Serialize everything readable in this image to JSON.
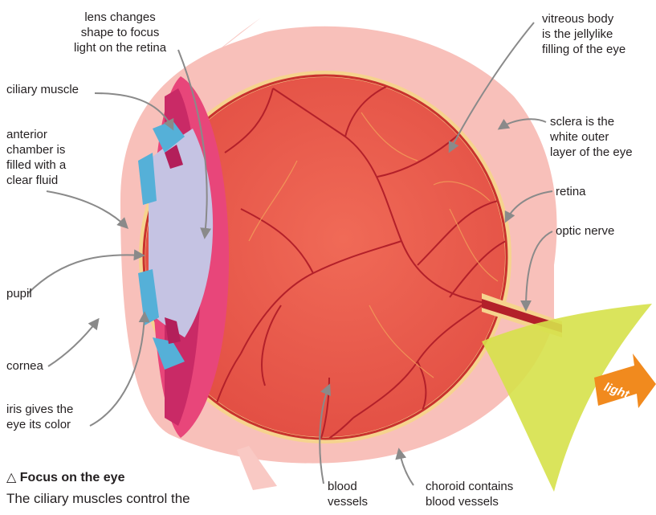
{
  "labels": {
    "lens": [
      "lens changes",
      "shape to focus",
      "light on the retina"
    ],
    "ciliary": [
      "ciliary muscle"
    ],
    "anterior": [
      "anterior",
      "chamber is",
      "filled with a",
      "clear fluid"
    ],
    "pupil": [
      "pupil"
    ],
    "cornea": [
      "cornea"
    ],
    "iris": [
      "iris gives the",
      "eye its color"
    ],
    "vitreous": [
      "vitreous body",
      "is the jellylike",
      "filling of the eye"
    ],
    "sclera": [
      "sclera is the",
      "white outer",
      "layer of the eye"
    ],
    "retina": [
      "retina"
    ],
    "optic_nerve": [
      "optic nerve"
    ],
    "blood_vessels": [
      "blood",
      "vessels"
    ],
    "choroid": [
      "choroid contains",
      "blood vessels"
    ]
  },
  "light_label": "light",
  "caption": {
    "icon": "triangle-up-icon",
    "title": "Focus on the eye",
    "body": "The ciliary muscles control the"
  },
  "colors": {
    "eyeball": "#e9574a",
    "vessel": "#b3202a",
    "sclera": "#f6d38e",
    "lens": "#d6336a",
    "chamber": "#c5c3e3",
    "iris": "#55b0d8",
    "cornea": "#f7b9b3",
    "light_beam": "#d6e14a",
    "arrow": "#f18a1e",
    "leader": "#8a8a8a"
  }
}
